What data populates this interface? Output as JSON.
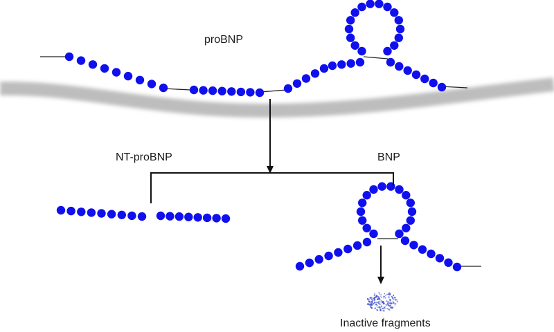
{
  "labels": {
    "precursor": "proBNP",
    "n_terminal": "NT-proBNP",
    "active": "BNP",
    "degraded": "Inactive fragments"
  },
  "colors": {
    "bead": "#1010ee",
    "backbone": "#222222",
    "membrane": "#bdbdbd",
    "arrow": "#111111",
    "fragments": "#4a5ad0"
  }
}
